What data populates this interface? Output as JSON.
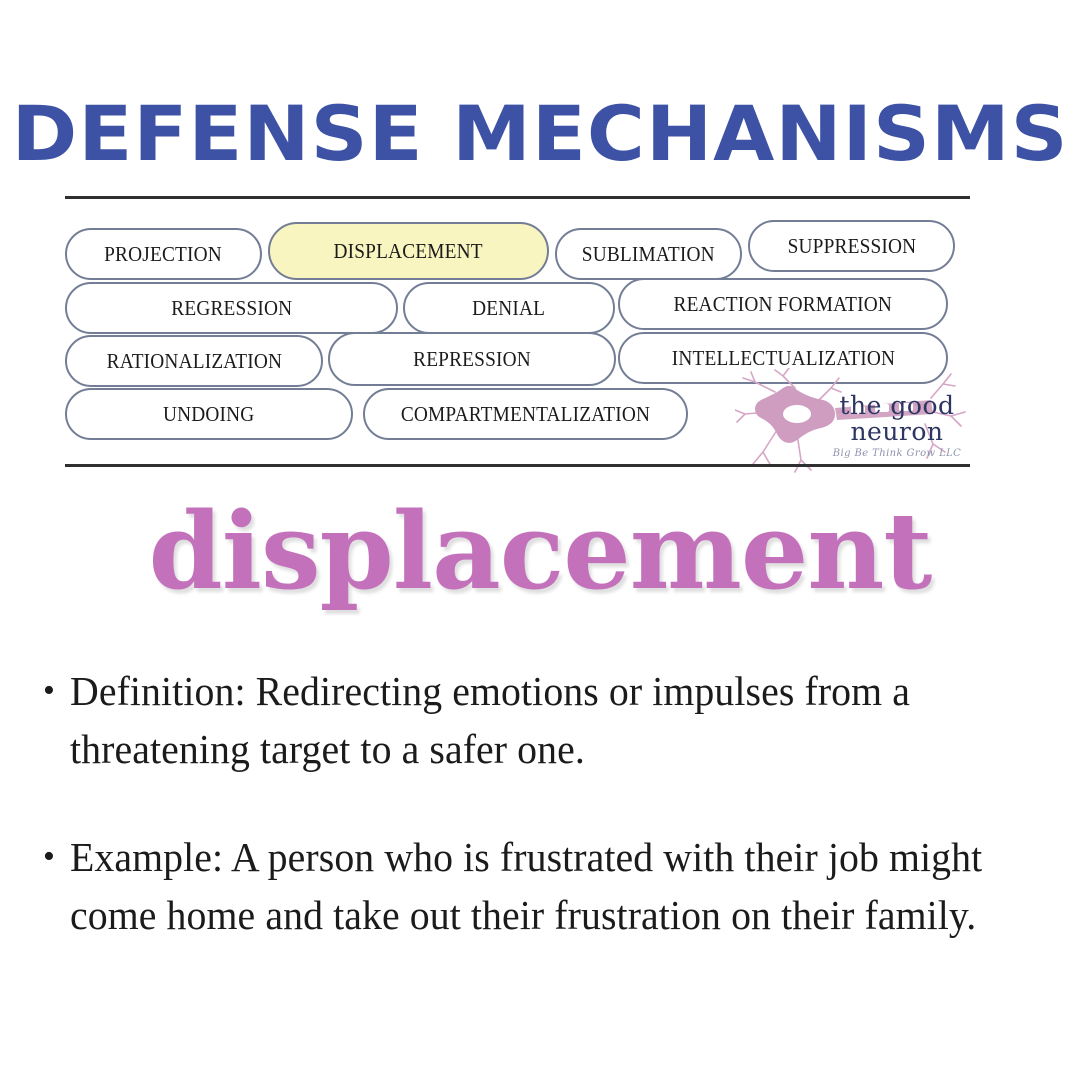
{
  "header": {
    "title": "Defense Mechanisms"
  },
  "mechanisms": {
    "row1": [
      {
        "label": "PROJECTION",
        "highlight": false
      },
      {
        "label": "DISPLACEMENT",
        "highlight": true
      },
      {
        "label": "SUBLIMATION",
        "highlight": false
      },
      {
        "label": "SUPPRESSION",
        "highlight": false
      }
    ],
    "row2": [
      {
        "label": "REGRESSION",
        "highlight": false
      },
      {
        "label": "DENIAL",
        "highlight": false
      },
      {
        "label": "REACTION FORMATION",
        "highlight": false
      }
    ],
    "row3": [
      {
        "label": "RATIONALIZATION",
        "highlight": false
      },
      {
        "label": "REPRESSION",
        "highlight": false
      },
      {
        "label": "INTELLECTUALIZATION",
        "highlight": false
      }
    ],
    "row4": [
      {
        "label": "UNDOING",
        "highlight": false
      },
      {
        "label": "COMPARTMENTALIZATION",
        "highlight": false
      }
    ]
  },
  "logo": {
    "line1": "the good",
    "line2": "neuron",
    "tagline": "Big Be Think Grow LLC"
  },
  "term": {
    "word": "displacement"
  },
  "content": {
    "bullets": [
      {
        "marker": "•",
        "text": "Definition: Redirecting emotions or impulses from a threatening target to a safer one."
      },
      {
        "marker": "•",
        "text": "Example: A person who is frustrated with their job might come home and take out their frustration on their family."
      }
    ]
  },
  "colors": {
    "title_blue": "#3D52A5",
    "term_purple": "#C471BC",
    "highlight_yellow": "#F8F5C0",
    "chip_border": "#737d95",
    "rule": "#2f2f2f",
    "logo_neuron_pink": "#CE9DC0",
    "logo_text_navy": "#2d3561"
  }
}
